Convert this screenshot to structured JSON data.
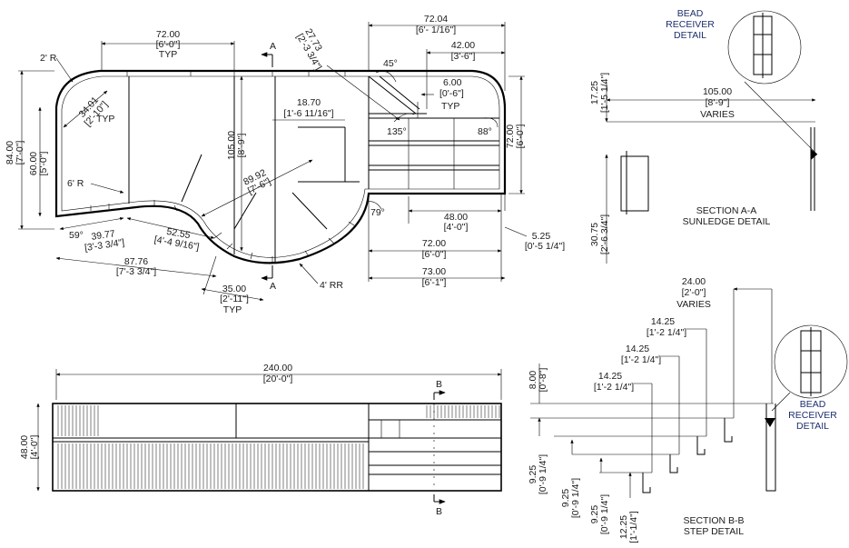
{
  "plan": {
    "dims": {
      "d72_top": "72.00",
      "d72_top_ft": "[6'-0\"]",
      "d72_top_typ": "TYP",
      "r2": "2' R",
      "d34": "34.01",
      "d34_ft": "[2'-10\"]",
      "d34_typ": "TYP",
      "d84": "84.00",
      "d84_ft": "[7'-0\"]",
      "d60": "60.00",
      "d60_ft": "[5'-0\"]",
      "r6": "6' R",
      "d105": "105.00",
      "d105_ft": "[8'-9\"]",
      "d2773": "27.73",
      "d2773_ft": "[2'-3 3/4\"]",
      "d1870": "18.70",
      "d1870_ft": "[1'-6 11/16\"]",
      "d8992": "89.92",
      "d8992_ft": "[7'-6\"]",
      "d59": "59°",
      "d3977": "39.77",
      "d3977_ft": "[3'-3 3/4\"]",
      "d5255": "52.55",
      "d5255_ft": "[4'-4 9/16\"]",
      "d8776": "87.76",
      "d8776_ft": "[7'-3 3/4\"]",
      "d35": "35.00",
      "d35_ft": "[2'-11\"]",
      "d35_typ": "TYP",
      "r4": "4' RR",
      "d7204": "72.04",
      "d7204_ft": "[6'- 1/16\"]",
      "d42": "42.00",
      "d42_ft": "[3'-6\"]",
      "d45": "45°",
      "d6": "6.00",
      "d6_ft": "[0'-6\"]",
      "d6_typ": "TYP",
      "d135": "135°",
      "d88": "88°",
      "d72_right": "72.00",
      "d72_right_ft": "[6'-0\"]",
      "d79": "79°",
      "d48": "48.00",
      "d48_ft": "[4'-0\"]",
      "d525": "5.25",
      "d525_ft": "[0'-5 1/4\"]",
      "d72_bot": "72.00",
      "d72_bot_ft": "[6'-0\"]",
      "d73": "73.00",
      "d73_ft": "[6'-1\"]",
      "secA": "A"
    }
  },
  "section_a": {
    "bead_label": [
      "BEAD",
      "RECEIVER",
      "DETAIL"
    ],
    "d1725": "17.25",
    "d1725_ft": "[1'-5 1/4\"]",
    "d105": "105.00",
    "d105_ft": "[8'-9\"]",
    "varies": "VARIES",
    "d3075": "30.75",
    "d3075_ft": "[2'-6 3/4\"]",
    "title": "SECTION A-A",
    "subtitle": "SUNLEDGE DETAIL"
  },
  "elevation": {
    "d240": "240.00",
    "d240_ft": "[20'-0\"]",
    "d48": "48.00",
    "d48_ft": "[4'-0\"]",
    "secB": "B"
  },
  "section_b": {
    "d24": "24.00",
    "d24_ft": "[2'-0\"]",
    "varies": "VARIES",
    "d1425a": "14.25",
    "d1425a_ft": "[1'-2 1/4\"]",
    "d1425b": "14.25",
    "d1425b_ft": "[1'-2 1/4\"]",
    "d1425c": "14.25",
    "d1425c_ft": "[1'-2 1/4\"]",
    "d8": "8.00",
    "d8_ft": "[0'-8\"]",
    "d925a": "9.25",
    "d925a_ft": "[0'-9 1/4\"]",
    "d925b": "9.25",
    "d925b_ft": "[0'-9 1/4\"]",
    "d925c": "9.25",
    "d925c_ft": "[0'-9 1/4\"]",
    "d1225": "12.25",
    "d1225_ft": "[1'-1/4\"]",
    "bead_label": [
      "BEAD",
      "RECEIVER",
      "DETAIL"
    ],
    "title": "SECTION B-B",
    "subtitle": "STEP DETAIL"
  }
}
